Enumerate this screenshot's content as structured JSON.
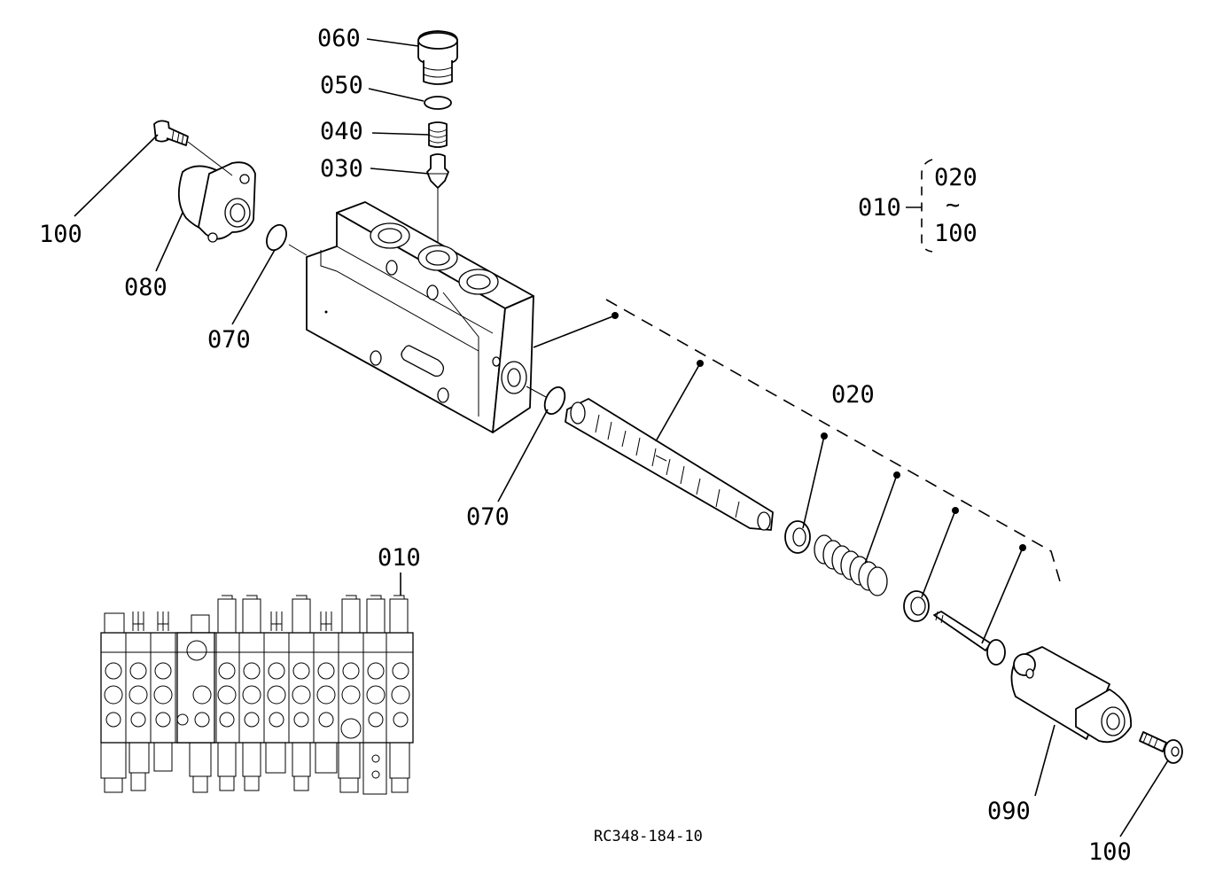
{
  "diagram": {
    "figure_id": "RC348-184-10",
    "labels": {
      "p060": "060",
      "p050": "050",
      "p040": "040",
      "p030": "030",
      "p100_top": "100",
      "p080": "080",
      "p070_left": "070",
      "p070_mid": "070",
      "p020": "020",
      "p090": "090",
      "p100_bottom": "100",
      "p010_overview": "010"
    },
    "assembly_note": {
      "parent": "010",
      "from": "020",
      "range_symbol": "~",
      "to": "100"
    }
  }
}
